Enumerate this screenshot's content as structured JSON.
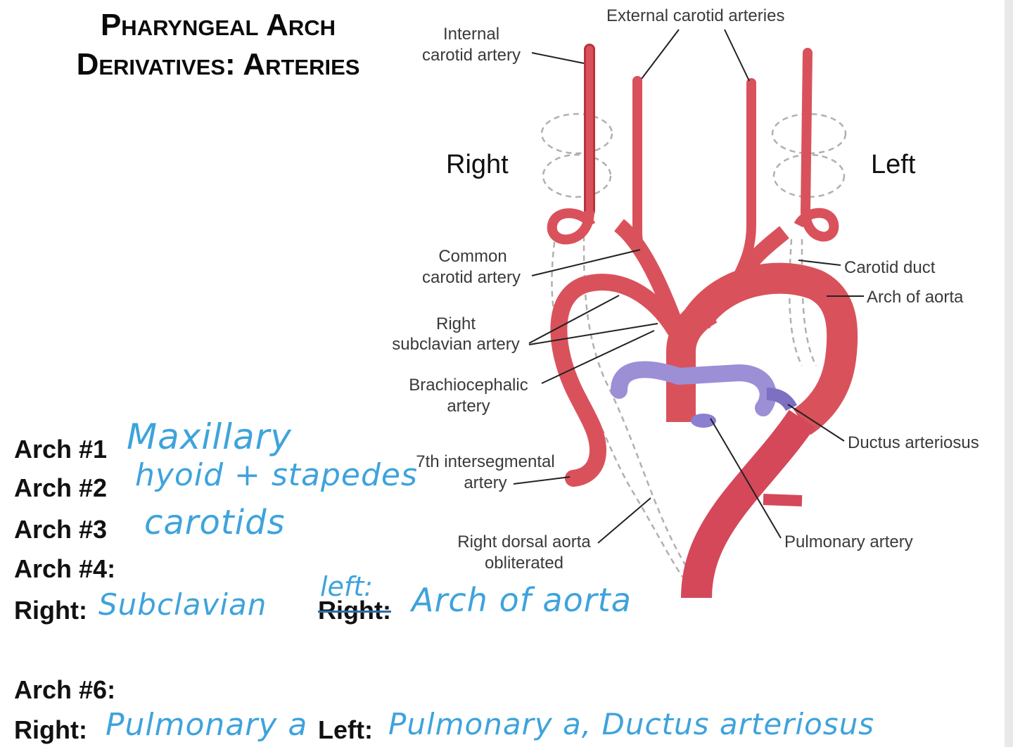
{
  "title": {
    "line1": "Pharyngeal Arch",
    "line2": "Derivatives: Arteries"
  },
  "diagram": {
    "side_right": "Right",
    "side_left": "Left",
    "labels": {
      "external_carotid": "External carotid arteries",
      "internal_carotid_1": "Internal",
      "internal_carotid_2": "carotid artery",
      "common_carotid_1": "Common",
      "common_carotid_2": "carotid artery",
      "right_subclavian_1": "Right",
      "right_subclavian_2": "subclavian artery",
      "brachiocephalic_1": "Brachiocephalic",
      "brachiocephalic_2": "artery",
      "intersegmental_1": "7th intersegmental",
      "intersegmental_2": "artery",
      "dorsal_aorta_1": "Right dorsal aorta",
      "dorsal_aorta_2": "obliterated",
      "carotid_duct": "Carotid duct",
      "arch_of_aorta": "Arch of aorta",
      "ductus_arteriosus": "Ductus arteriosus",
      "pulmonary_artery": "Pulmonary artery"
    },
    "colors": {
      "artery": "#d9525b",
      "artery_dark": "#b8343d",
      "pulmonary": "#9c8fd6",
      "dashed": "#b0b0b0"
    }
  },
  "notes": {
    "arch1_label": "Arch #1",
    "arch1_answer": "Maxillary",
    "arch2_label": "Arch #2",
    "arch2_answer": "hyoid + stapedes",
    "arch3_label": "Arch #3",
    "arch3_answer": "carotids",
    "arch4_label": "Arch #4:",
    "arch4_right_label": "Right:",
    "arch4_right_answer": "Subclavian",
    "arch4_left_label_struck": "Right:",
    "arch4_left_overwrite": "left:",
    "arch4_left_answer": "Arch of aorta",
    "arch6_label": "Arch #6:",
    "arch6_right_label": "Right:",
    "arch6_right_answer": "Pulmonary a",
    "arch6_left_label": "Left:",
    "arch6_left_answer": "Pulmonary a, Ductus arteriosus"
  }
}
